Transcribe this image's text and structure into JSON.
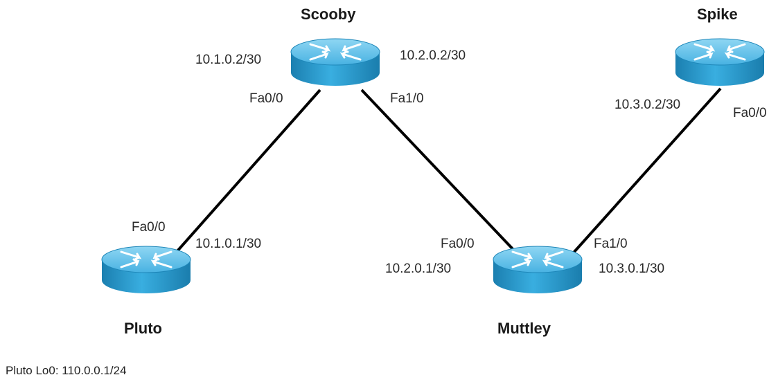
{
  "routers": {
    "scooby": {
      "name": "Scooby",
      "ifaces": {
        "fa0_0": "Fa0/0",
        "fa1_0": "Fa1/0"
      },
      "ips": {
        "left": "10.1.0.2/30",
        "right": "10.2.0.2/30"
      }
    },
    "spike": {
      "name": "Spike",
      "ifaces": {
        "fa0_0": "Fa0/0"
      },
      "ips": {
        "down": "10.3.0.2/30"
      }
    },
    "pluto": {
      "name": "Pluto",
      "ifaces": {
        "fa0_0": "Fa0/0"
      },
      "ips": {
        "up": "10.1.0.1/30"
      }
    },
    "muttley": {
      "name": "Muttley",
      "ifaces": {
        "fa0_0": "Fa0/0",
        "fa1_0": "Fa1/0"
      },
      "ips": {
        "left": "10.2.0.1/30",
        "right": "10.3.0.1/30"
      }
    }
  },
  "footnote": "Pluto Lo0: 110.0.0.1/24",
  "colors": {
    "router_body": "#2a9fd0",
    "router_top": "#6ec6ea",
    "link": "#000000"
  }
}
